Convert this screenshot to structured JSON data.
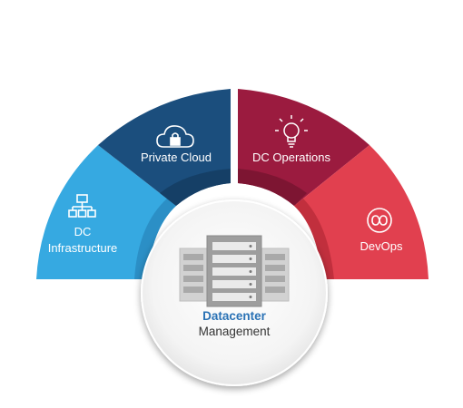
{
  "segments": [
    {
      "key": "dc-infrastructure",
      "label_lines": [
        "DC",
        "Infrastructure"
      ],
      "icon": "network-hierarchy-icon",
      "color": "#3aa6dc"
    },
    {
      "key": "private-cloud",
      "label_lines": [
        "Private Cloud"
      ],
      "icon": "cloud-lock-icon",
      "color": "#1c4f7e"
    },
    {
      "key": "dc-operations",
      "label_lines": [
        "DC Operations"
      ],
      "icon": "lightbulb-icon",
      "color": "#9a1c3e"
    },
    {
      "key": "devops",
      "label_lines": [
        "DevOps"
      ],
      "icon": "infinity-icon",
      "color": "#d8404c"
    }
  ],
  "center": {
    "title": "Datacenter",
    "subtitle": "Management",
    "icon": "server-rack-icon",
    "title_color": "#2a72b5",
    "subtitle_color": "#333333"
  }
}
